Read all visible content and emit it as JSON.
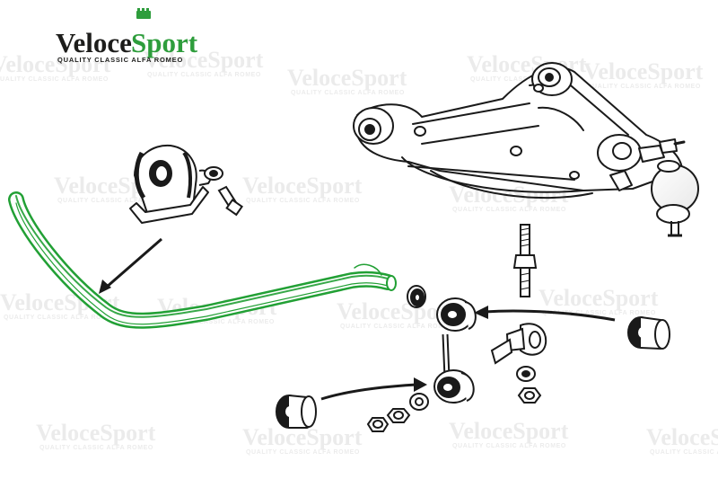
{
  "brand": {
    "name_part1": "Veloce",
    "name_part2": "Sport",
    "tagline": "Quality Classic Alfa Romeo",
    "accent": "#2e9d3c",
    "dark": "#1d1d1b"
  },
  "watermark": {
    "name_part1": "Veloce",
    "name_part2": "Sport",
    "tagline": "Quality Classic Alfa Romeo"
  },
  "highlight_color": "#22a035",
  "line_color": "#1a1a1a"
}
